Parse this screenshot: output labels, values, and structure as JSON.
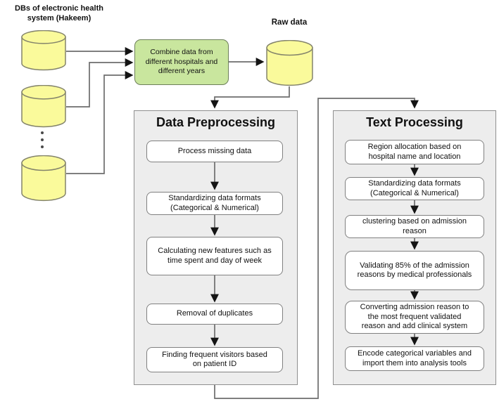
{
  "header": {
    "db_label_line1": "DBs of electronic health",
    "db_label_line2": "system (Hakeem)",
    "raw_data_label": "Raw data"
  },
  "combine_box": {
    "lines": [
      "Combine data from",
      "different hospitals and",
      "different years"
    ]
  },
  "panels": [
    {
      "title": "Data Preprocessing",
      "steps": [
        {
          "lines": [
            "Process missing data"
          ]
        },
        {
          "lines": [
            "Standardizing data formats",
            "(Categorical & Numerical)"
          ]
        },
        {
          "lines": [
            "Calculating new features such as",
            "time spent and day of week"
          ]
        },
        {
          "lines": [
            "Removal of duplicates"
          ]
        },
        {
          "lines": [
            "Finding frequent visitors based",
            "on patient ID"
          ]
        }
      ]
    },
    {
      "title": "Text Processing",
      "steps": [
        {
          "lines": [
            "Region allocation based on",
            "hospital name and location"
          ]
        },
        {
          "lines": [
            "Standardizing data formats",
            "(Categorical & Numerical)"
          ]
        },
        {
          "lines": [
            "clustering based on admission",
            "reason"
          ]
        },
        {
          "lines": [
            "Validating 85% of the admission",
            "reasons by medical professionals"
          ]
        },
        {
          "lines": [
            "Converting admission reason to",
            "the most frequent validated",
            "reason and add clinical system"
          ]
        },
        {
          "lines": [
            "Encode categorical variables and",
            "import them into analysis tools"
          ]
        }
      ]
    }
  ],
  "icons": {
    "database_icon": "yellow-cylinder",
    "continuation_dots_icon": "vertical-ellipsis"
  },
  "colors": {
    "cylinder_fill": "#FAFA9B",
    "cylinder_stroke": "#83836B",
    "combine_fill": "#C9E69E",
    "combine_stroke": "#6D7F5A",
    "panel_fill": "#EDEDED",
    "panel_stroke": "#8F8F8F",
    "stepbox_fill": "#FFFFFF",
    "stepbox_stroke": "#808080",
    "line_color": "#6D6D6D",
    "arrow_color": "#141414",
    "text_color": "#111111"
  }
}
